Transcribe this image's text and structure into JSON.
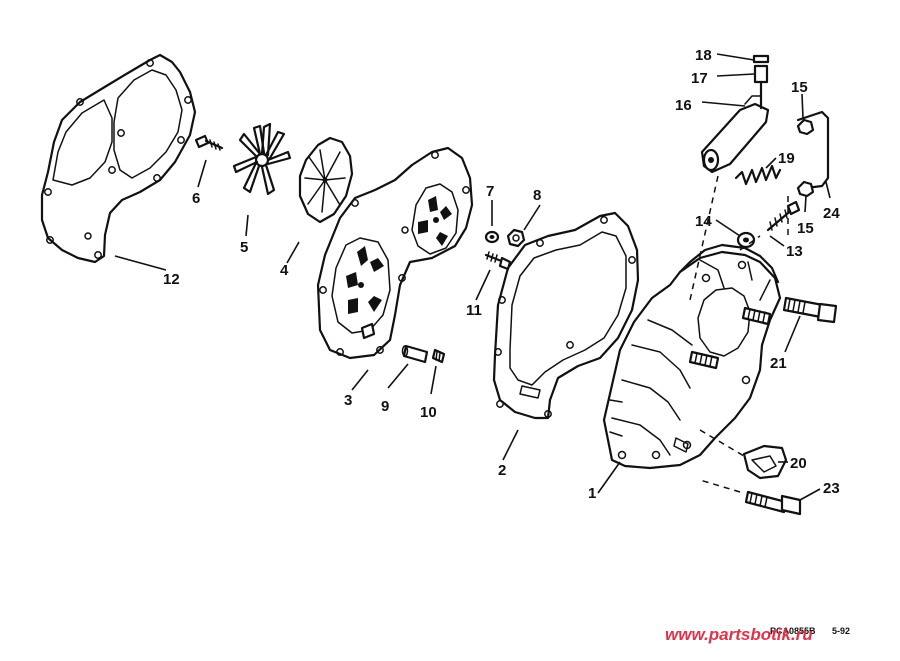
{
  "parts": [
    {
      "id": "1",
      "text": "1"
    },
    {
      "id": "2",
      "text": "2"
    },
    {
      "id": "3",
      "text": "3"
    },
    {
      "id": "4",
      "text": "4"
    },
    {
      "id": "5",
      "text": "5"
    },
    {
      "id": "6",
      "text": "6"
    },
    {
      "id": "7",
      "text": "7"
    },
    {
      "id": "8",
      "text": "8"
    },
    {
      "id": "9",
      "text": "9"
    },
    {
      "id": "10",
      "text": "10"
    },
    {
      "id": "11",
      "text": "11"
    },
    {
      "id": "12",
      "text": "12"
    },
    {
      "id": "13",
      "text": "13"
    },
    {
      "id": "14",
      "text": "14"
    },
    {
      "id": "15a",
      "text": "15"
    },
    {
      "id": "15b",
      "text": "15"
    },
    {
      "id": "16",
      "text": "16"
    },
    {
      "id": "17",
      "text": "17"
    },
    {
      "id": "18",
      "text": "18"
    },
    {
      "id": "19",
      "text": "19"
    },
    {
      "id": "20",
      "text": "20"
    },
    {
      "id": "21",
      "text": "21"
    },
    {
      "id": "23",
      "text": "23"
    },
    {
      "id": "24",
      "text": "24"
    }
  ],
  "footer": {
    "drawing_code": "PCA0855B",
    "date": "5-92",
    "watermark": "www.partsbotik.ru"
  }
}
